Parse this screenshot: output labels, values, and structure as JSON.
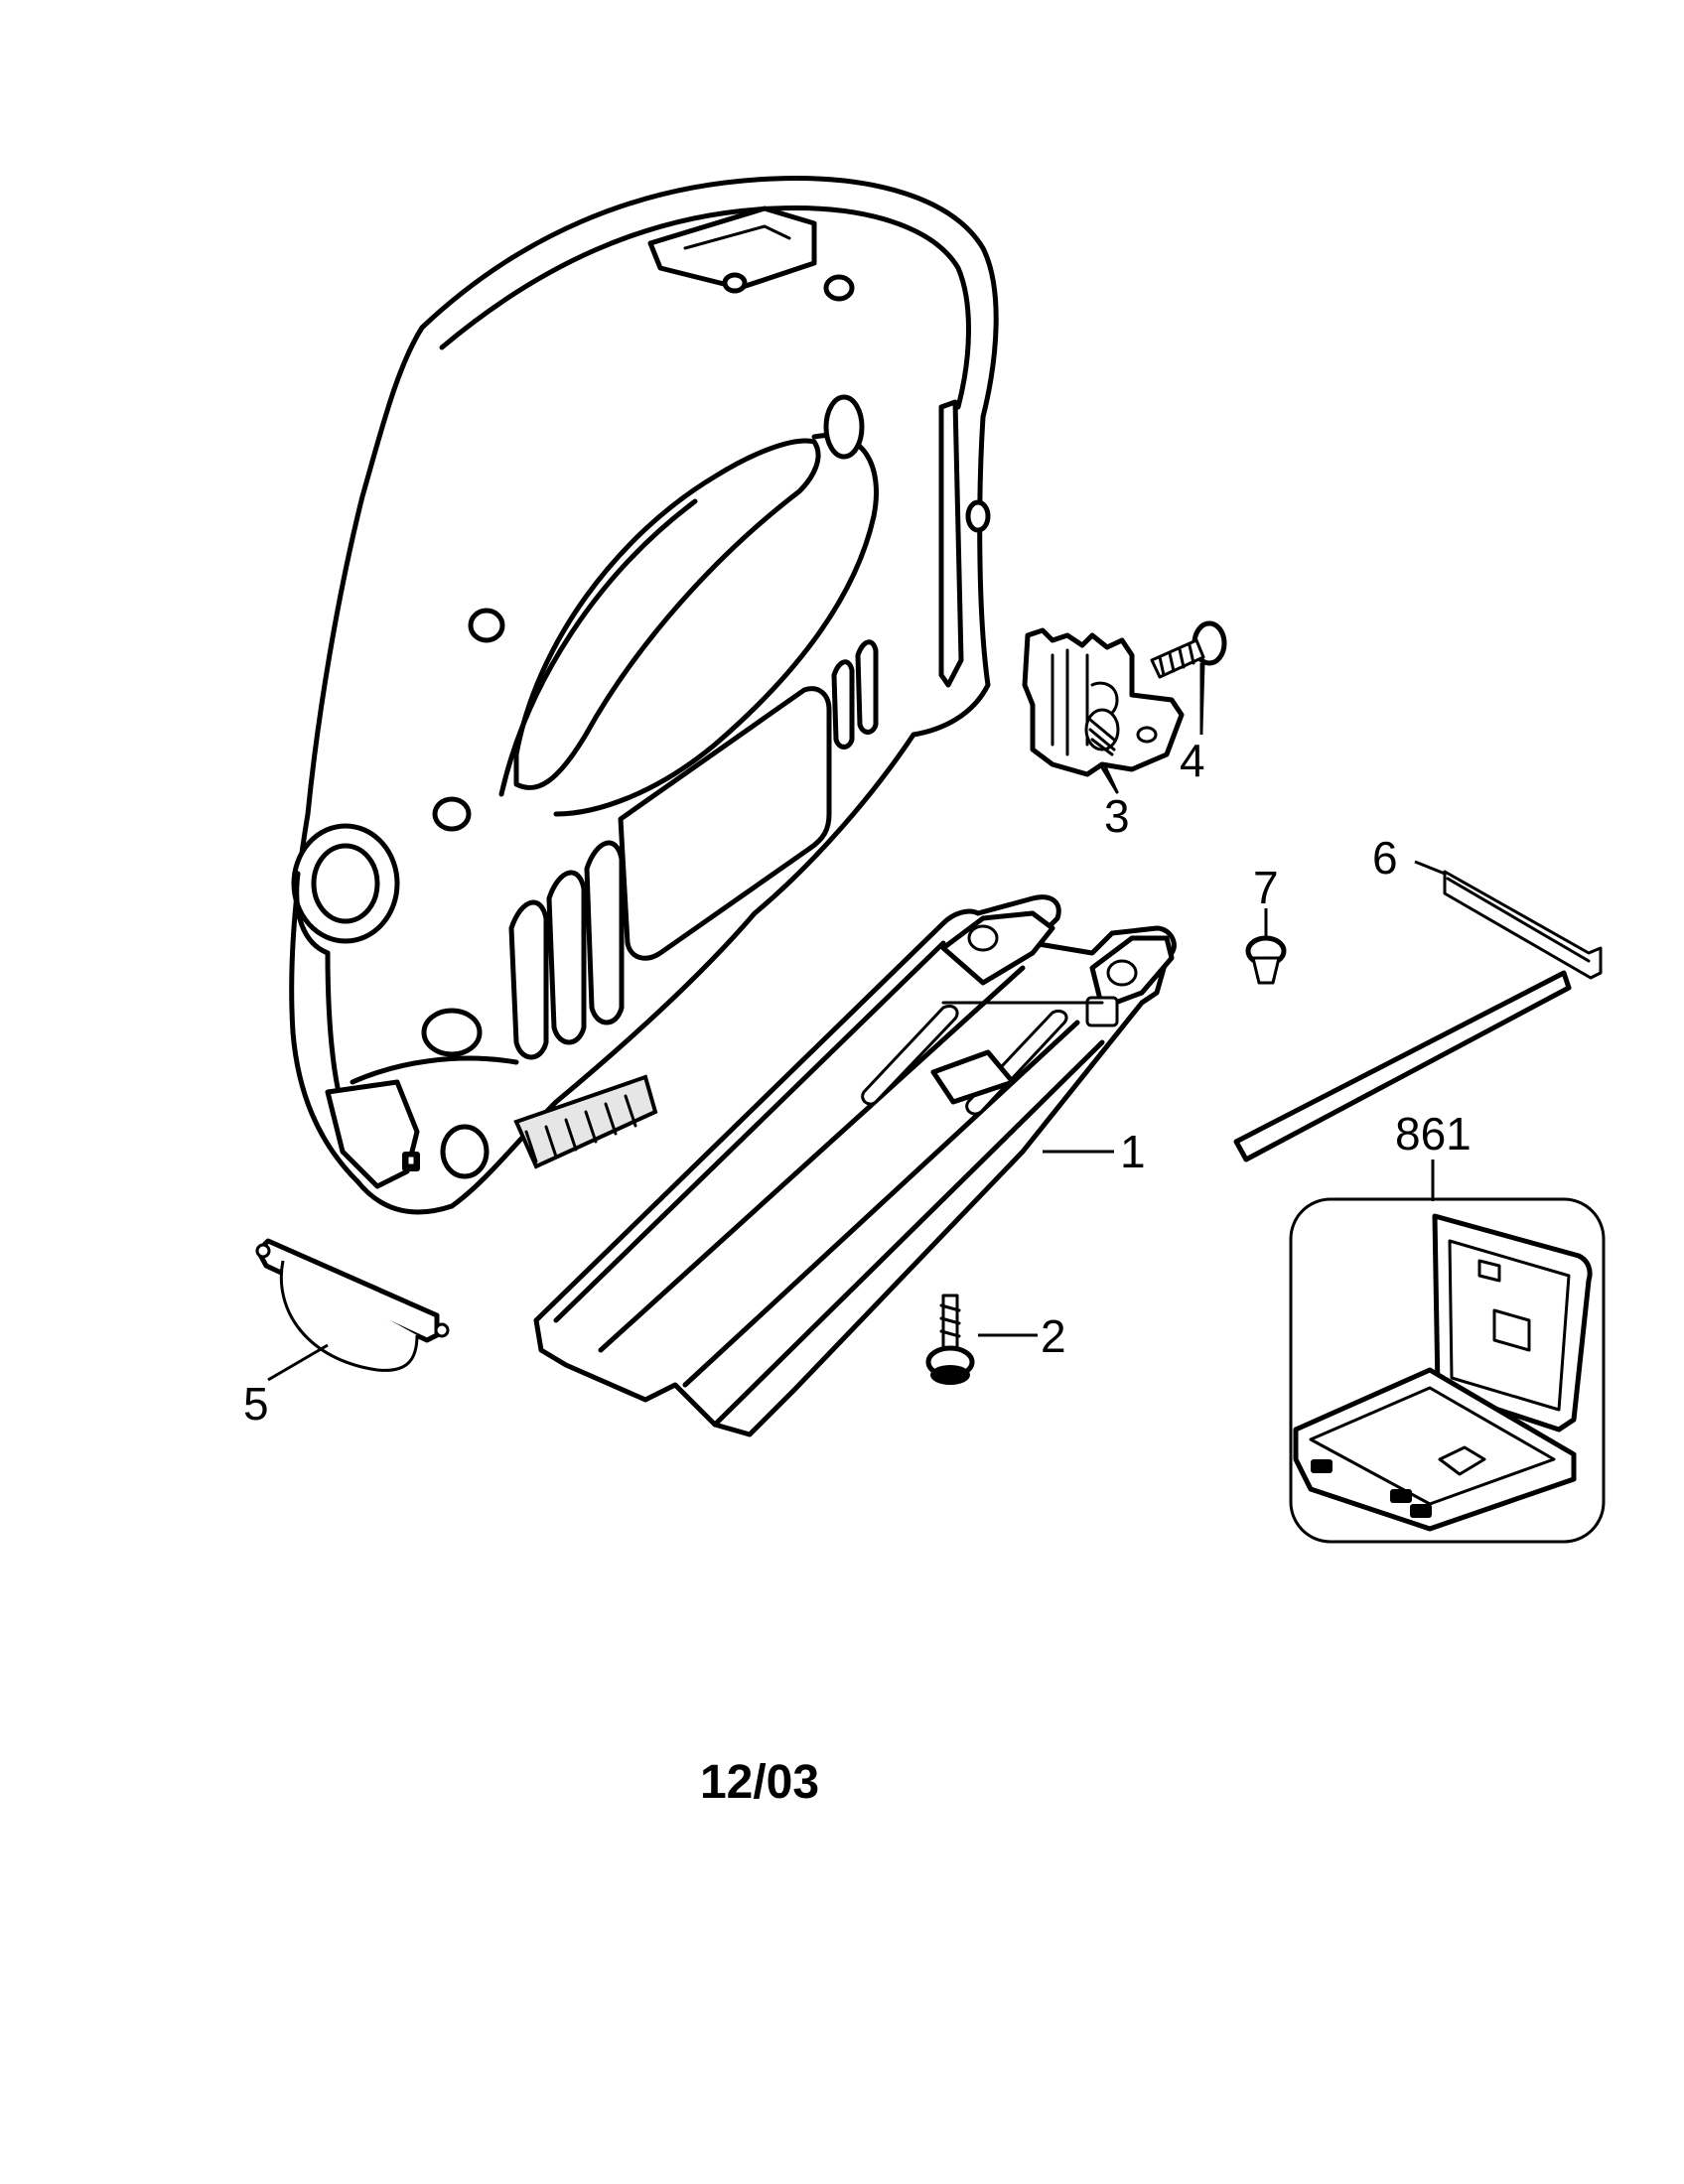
{
  "callouts": {
    "part_1": "1",
    "part_2": "2",
    "part_3": "3",
    "part_4": "4",
    "part_5": "5",
    "part_6": "6",
    "part_7": "7",
    "part_861": "861"
  },
  "footer": {
    "date": "12/03"
  }
}
